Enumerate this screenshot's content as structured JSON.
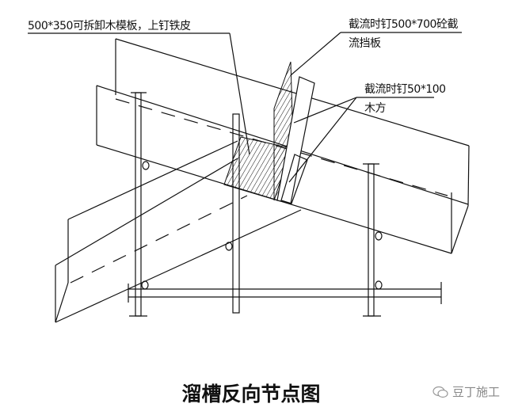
{
  "labels": {
    "formwork": "500*350可拆卸木模板，上钉铁皮",
    "baffle_line1": "截流时钉500*700砼截",
    "baffle_line2": "流挡板",
    "timber_line1": "截流时钉50*100",
    "timber_line2": "木方"
  },
  "caption": "溜槽反向节点图",
  "watermark": {
    "icon": "wechat-icon",
    "text": "豆丁施工"
  }
}
